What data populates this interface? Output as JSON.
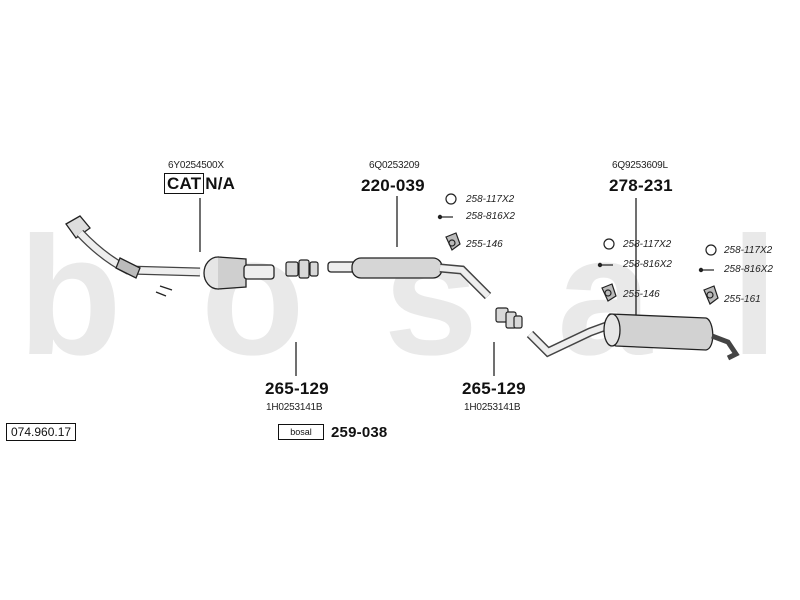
{
  "watermark": [
    "b",
    "o",
    "s",
    "a",
    "l"
  ],
  "reference": "074.960.17",
  "catalytic_converter": {
    "oe": "6Y0254500X",
    "cat_label": "CAT",
    "part": "N/A"
  },
  "front_pipe": {
    "oe": "6Q0253209",
    "part": "220-039"
  },
  "rear_silencer": {
    "oe": "6Q9253609L",
    "part": "278-231"
  },
  "clamp_left": {
    "part": "265-129",
    "oe": "1H0253141B"
  },
  "clamp_middle": {
    "part": "265-129",
    "oe": "1H0253141B"
  },
  "fitting_kit": {
    "brand": "bosal",
    "part": "259-038"
  },
  "accessories_front": [
    "258-117X2",
    "258-816X2",
    "255-146"
  ],
  "accessories_rear_a": [
    "258-117X2",
    "258-816X2",
    "255-146"
  ],
  "accessories_rear_b": [
    "258-117X2",
    "258-816X2",
    "255-161"
  ]
}
